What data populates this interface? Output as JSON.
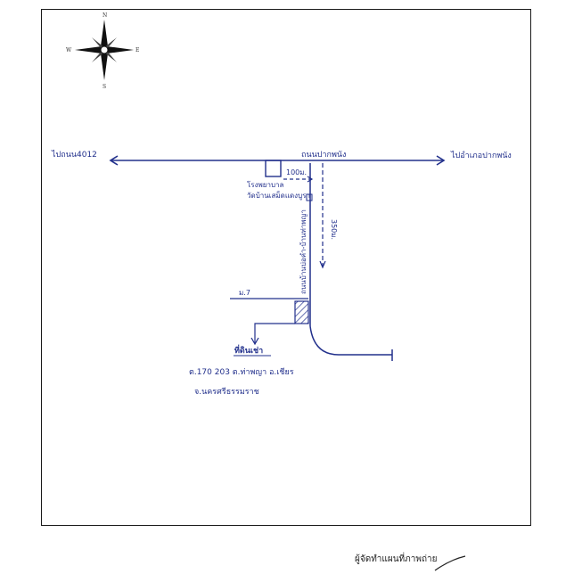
{
  "compass": {
    "n": "N",
    "s": "S",
    "e": "E",
    "w": "W"
  },
  "map": {
    "road_left_label": "ไปถนน4012",
    "road_center_label": "ถนนปากพนัง",
    "road_right_label": "ไปอำเภอปากพนัง",
    "school_label_1": "โรงพยาบาล",
    "school_label_2": "วัดบ้านเสม็ดแดงบูรา",
    "distance_100": "100ม.",
    "distance_350": "350ม.",
    "lane_label": "ถนนบ้านบ่อคำ-บ้านท่าพญา",
    "village_label": "ม.7",
    "plot_label": "ที่ดินเช่า",
    "address_line_1": "ต.170 203 ต.ท่าพญา อ.เชียร",
    "address_line_2": "จ.นครศรีธรรมราช"
  },
  "footer": {
    "signature_label": "ผู้จัดทำแผนที่ภาพถ่าย"
  },
  "colors": {
    "ink": "#22308c",
    "frame": "#1a1a1a"
  }
}
